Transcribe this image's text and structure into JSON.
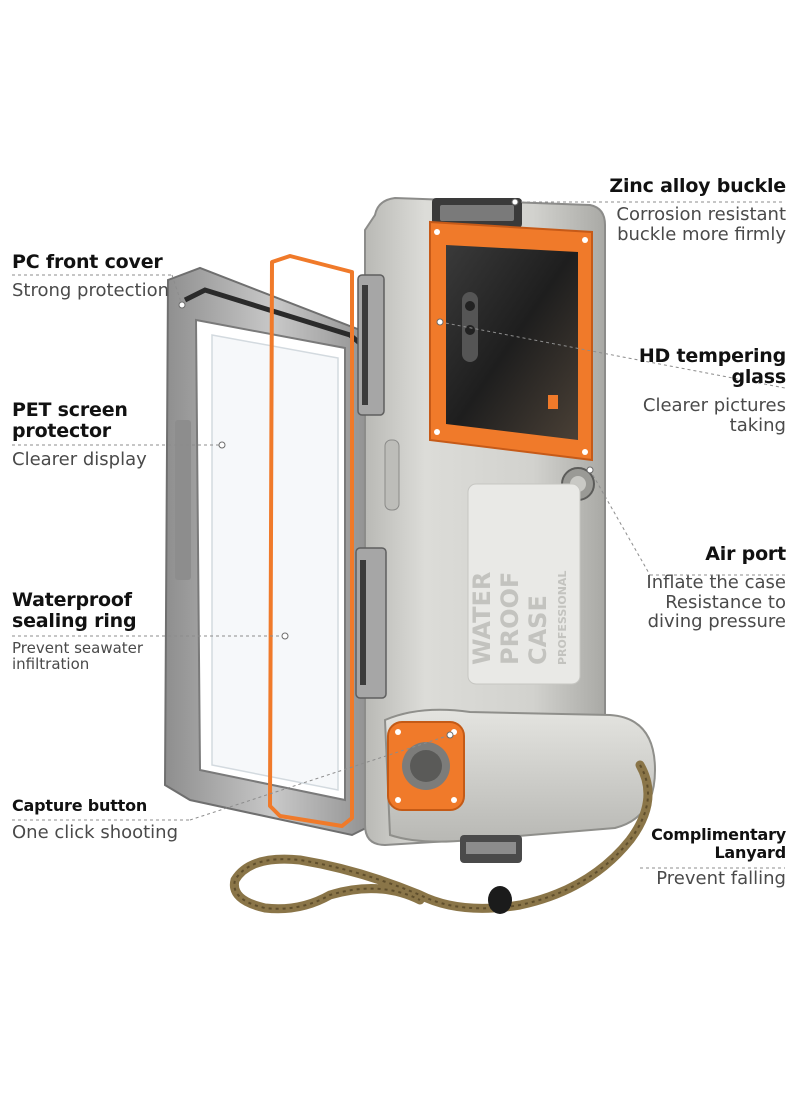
{
  "features": {
    "zinc_buckle": {
      "title": "Zinc alloy buckle",
      "desc": [
        "Corrosion resistant",
        "buckle more firmly"
      ]
    },
    "pc_cover": {
      "title": "PC front cover",
      "desc": [
        "Strong protection"
      ]
    },
    "pet_protector": {
      "title": [
        "PET screen",
        "protector"
      ],
      "desc": [
        "Clearer display"
      ]
    },
    "hd_glass": {
      "title": [
        "HD tempering",
        "glass"
      ],
      "desc": [
        "Clearer pictures",
        "taking"
      ]
    },
    "air_port": {
      "title": "Air port",
      "desc": [
        "Inflate the case",
        "Resistance to",
        "diving pressure"
      ]
    },
    "sealing_ring": {
      "title": [
        "Waterproof",
        "sealing ring"
      ],
      "desc": [
        "Prevent seawater",
        "infiltration"
      ]
    },
    "capture_button": {
      "title": "Capture button",
      "desc": [
        "One click shooting"
      ]
    },
    "lanyard": {
      "title": [
        "Complimentary",
        "Lanyard"
      ],
      "desc": [
        "Prevent falling"
      ]
    }
  },
  "case_print": [
    "WATER",
    "PROOF",
    "CASE",
    "PROFESSIONAL"
  ],
  "colors": {
    "accent": "#f07a2a",
    "case_body": "#d6d6d2",
    "frame": "#9a9a9a",
    "lanyard": "#8a7548"
  }
}
